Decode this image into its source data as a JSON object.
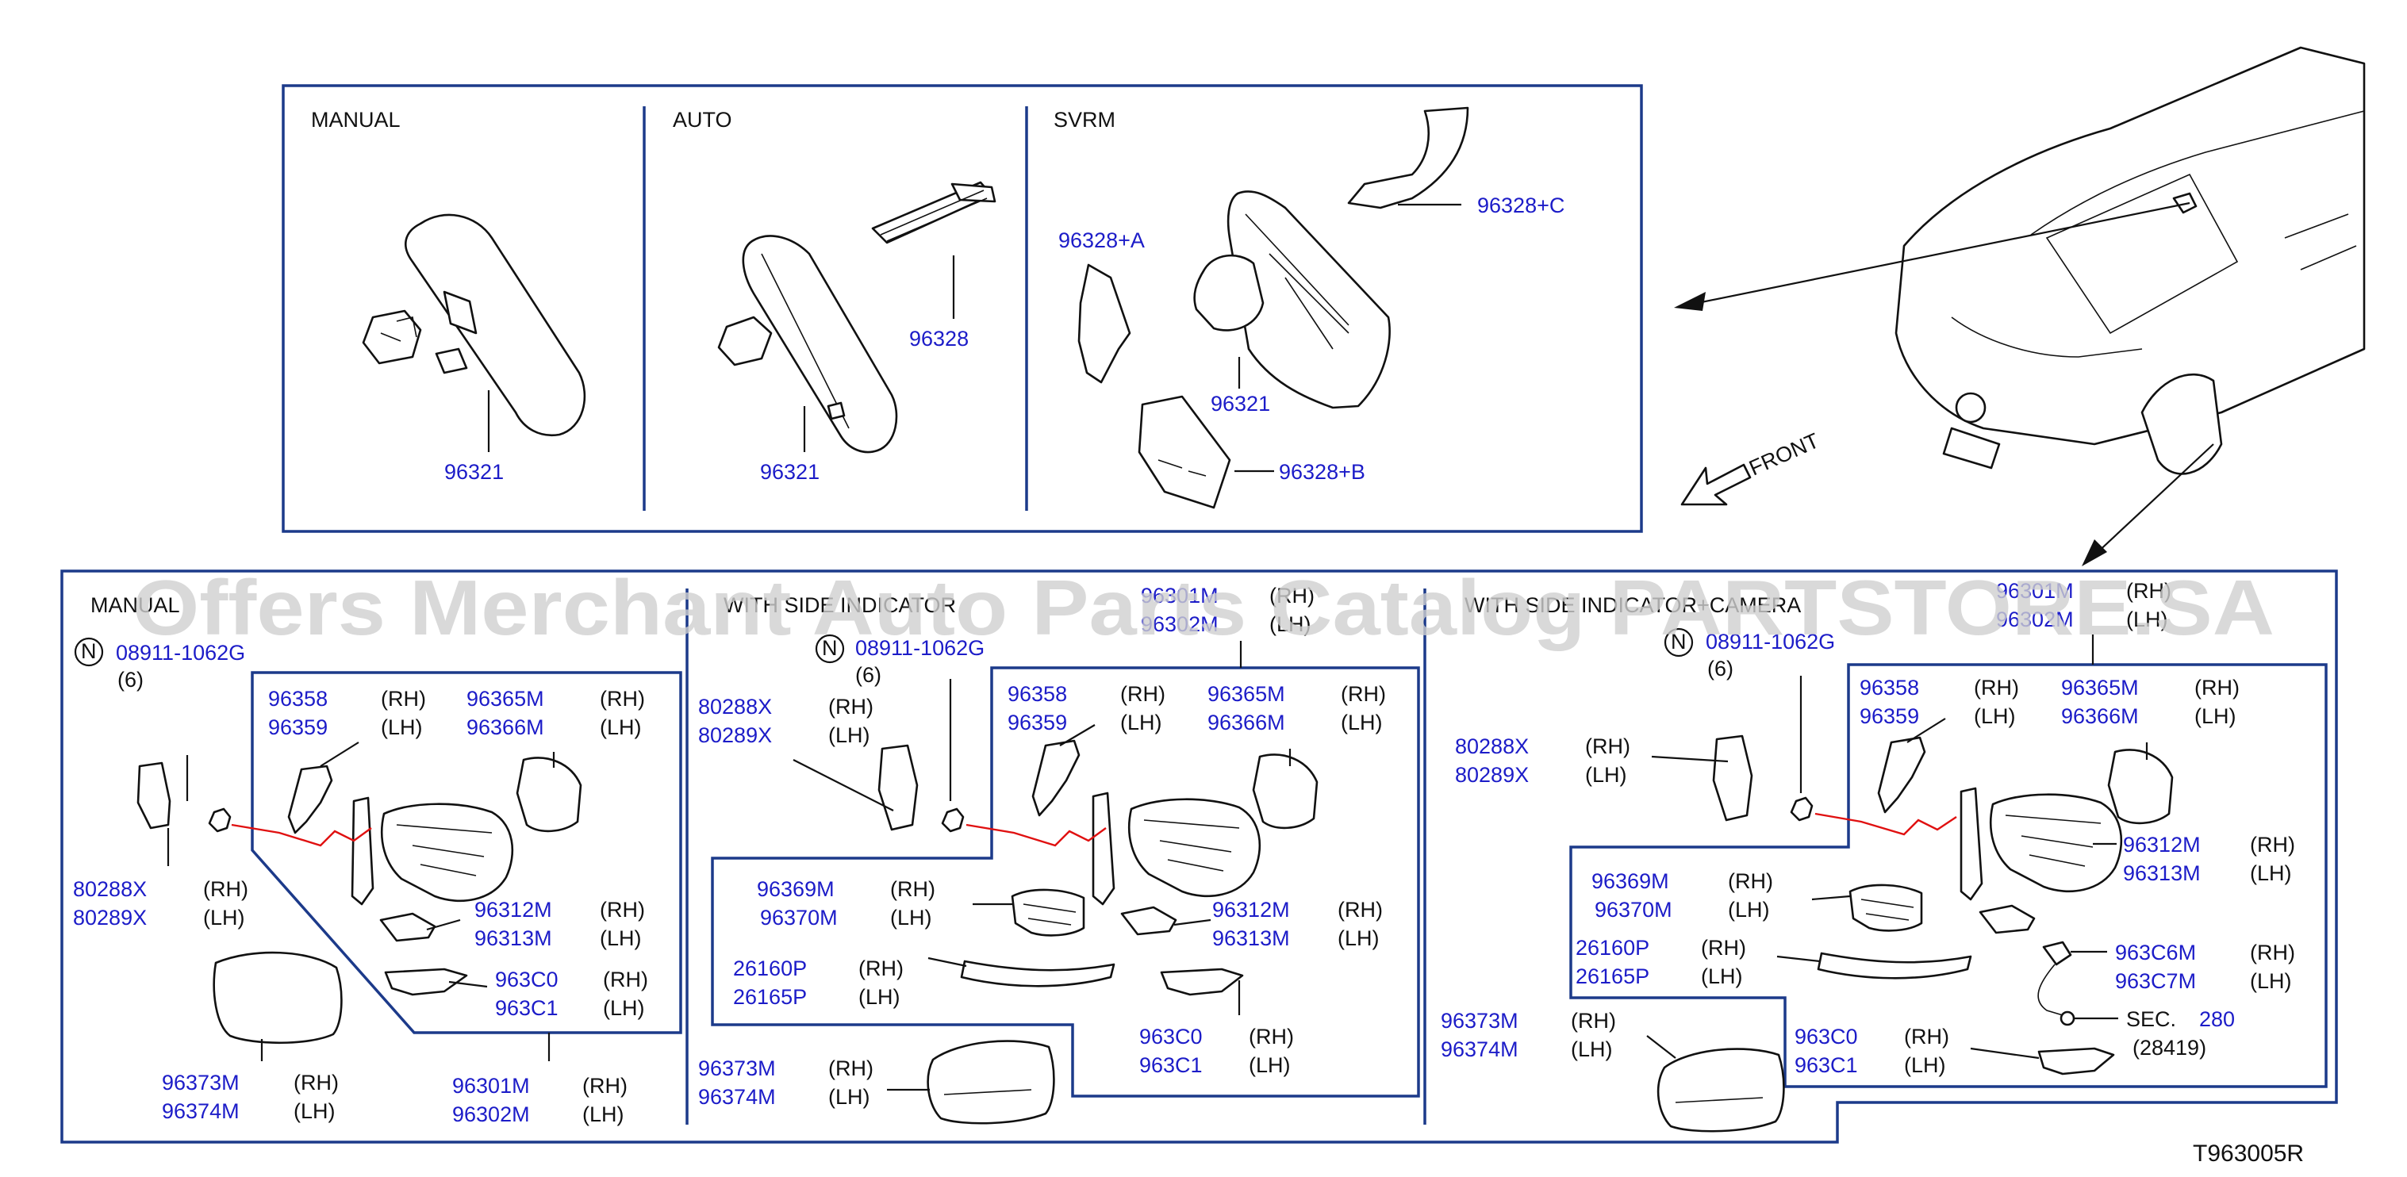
{
  "sections": {
    "top_manual": "MANUAL",
    "top_auto": "AUTO",
    "top_svrm": "SVRM",
    "bottom_manual": "MANUAL",
    "bottom_side_indicator": "WITH SIDE INDICATOR",
    "bottom_side_indicator_camera": "WITH SIDE INDICATOR+CAMERA"
  },
  "labels": {
    "rm_manual": "96321",
    "rm_auto": "96321",
    "rm_auto_cover": "96328",
    "svrm_a": "96328+A",
    "svrm_c": "96328+C",
    "svrm_body": "96321",
    "svrm_b": "96328+B",
    "front": "FRONT",
    "m_nut_symbol": "N",
    "m_nut": "08911-1062G",
    "m_nut_qty": "(6)",
    "m_finisher_rh": "80288X",
    "m_finisher_lh": "80289X",
    "m_glass_rh": "96358",
    "m_glass_lh": "96359",
    "m_mirror_rh": "96365M",
    "m_mirror_lh": "96366M",
    "m_motor_rh": "96312M",
    "m_motor_lh": "96313M",
    "m_lamp_rh": "963C0",
    "m_lamp_lh": "963C1",
    "m_cover_rh": "96373M",
    "m_cover_lh": "96374M",
    "m_assy_rh": "96301M",
    "m_assy_lh": "96302M",
    "s_assy_rh": "96301M",
    "s_assy_lh": "96302M",
    "s_nut_symbol": "N",
    "s_nut": "08911-1062G",
    "s_nut_qty": "(6)",
    "s_finisher_rh": "80288X",
    "s_finisher_lh": "80289X",
    "s_glass_rh": "96358",
    "s_glass_lh": "96359",
    "s_mirror_rh": "96365M",
    "s_mirror_lh": "96366M",
    "s_housing_rh": "96369M",
    "s_housing_lh": "96370M",
    "s_motor_rh": "96312M",
    "s_motor_lh": "96313M",
    "s_turn_rh": "26160P",
    "s_turn_lh": "26165P",
    "s_lamp_rh": "963C0",
    "s_lamp_lh": "963C1",
    "s_cover_rh": "96373M",
    "s_cover_lh": "96374M",
    "c_assy_rh": "96301M",
    "c_assy_lh": "96302M",
    "c_nut_symbol": "N",
    "c_nut": "08911-1062G",
    "c_nut_qty": "(6)",
    "c_finisher_rh": "80288X",
    "c_finisher_lh": "80289X",
    "c_glass_rh": "96358",
    "c_glass_lh": "96359",
    "c_mirror_rh": "96365M",
    "c_mirror_lh": "96366M",
    "c_motor_rh": "96312M",
    "c_motor_lh": "96313M",
    "c_housing_rh": "96369M",
    "c_housing_lh": "96370M",
    "c_turn_rh": "26160P",
    "c_turn_lh": "26165P",
    "c_camera_rh": "963C6M",
    "c_camera_lh": "963C7M",
    "c_sec_prefix": "SEC.",
    "c_sec_num": "280",
    "c_sec_sub": "(28419)",
    "c_cover_rh": "96373M",
    "c_cover_lh": "96374M",
    "c_lamp_rh": "963C0",
    "c_lamp_lh": "963C1",
    "rh": "(RH)",
    "lh": "(LH)",
    "diagram_code": "T963005R"
  },
  "watermark": "Offers Merchant Auto Parts Catalog PARTSTORE.SA",
  "colors": {
    "part_number": "#1c1cc8",
    "frame": "#1c3a8a",
    "line": "#111111",
    "wiring": "#e01010",
    "watermark": "#cfcfcf"
  }
}
